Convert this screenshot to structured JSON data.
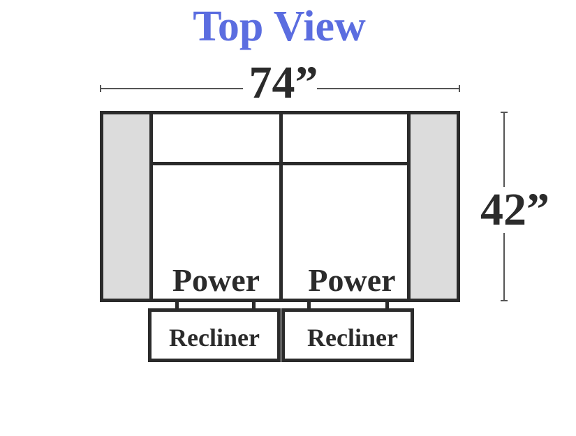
{
  "diagram": {
    "title": "Top View",
    "width_label": "74”",
    "depth_label": "42”",
    "seats": [
      {
        "label": "Power",
        "footrest_label": "Recliner"
      },
      {
        "label": "Power",
        "footrest_label": "Recliner"
      }
    ]
  },
  "colors": {
    "title": "#5b6de0",
    "outline": "#2b2b2b",
    "arm_fill": "#dcdcdc",
    "dimension_line": "#555555"
  }
}
